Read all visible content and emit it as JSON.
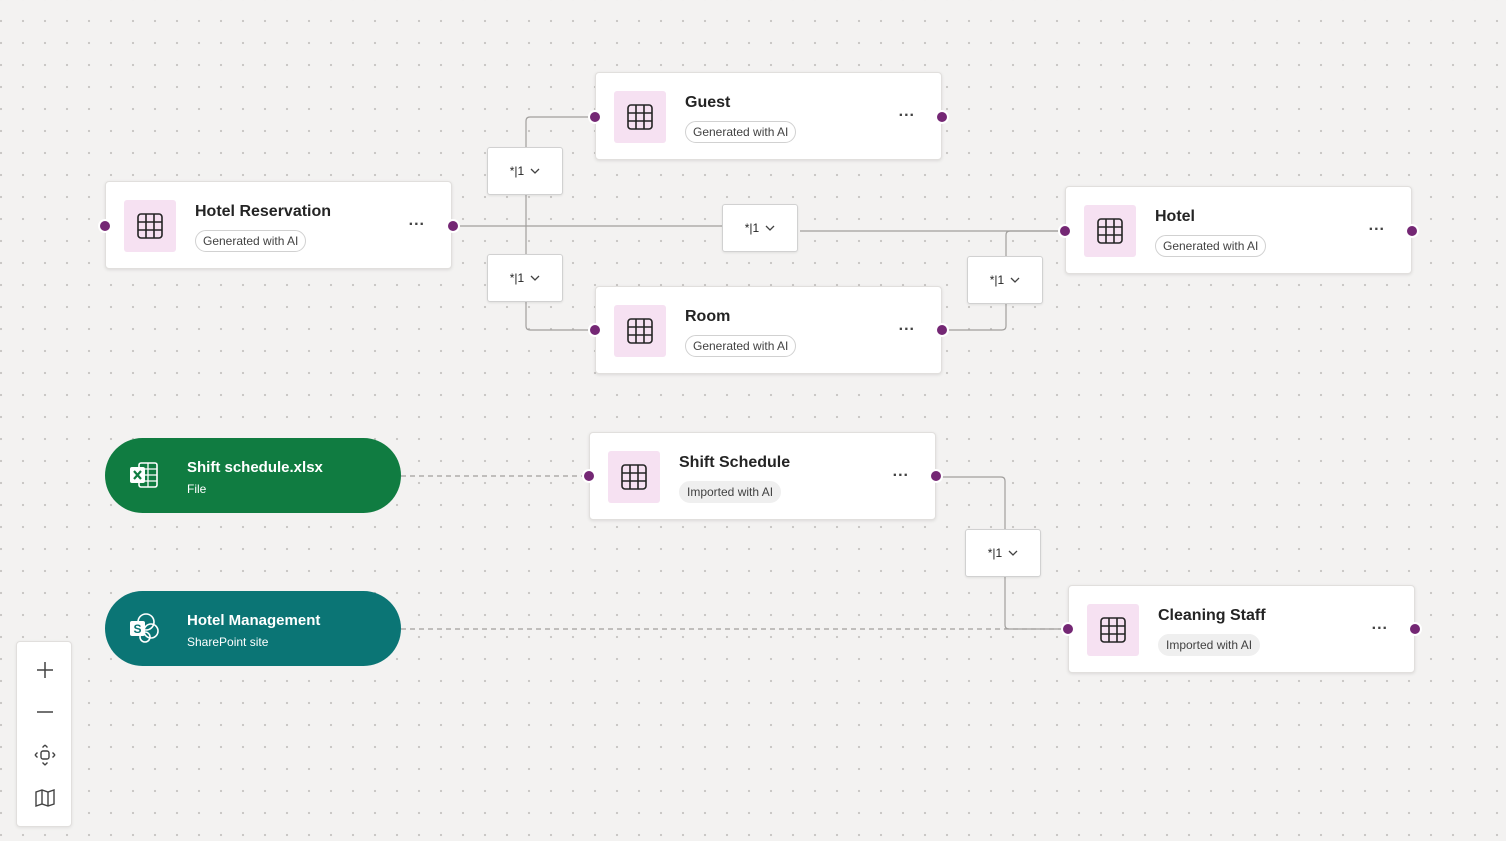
{
  "tables": [
    {
      "id": "guest",
      "name": "Guest",
      "badge": "Generated with AI",
      "badge_kind": "generated",
      "icon": "table-grid-icon"
    },
    {
      "id": "hotel_reservation",
      "name": "Hotel Reservation",
      "badge": "Generated with AI",
      "badge_kind": "generated",
      "icon": "table-grid-icon"
    },
    {
      "id": "hotel",
      "name": "Hotel",
      "badge": "Generated with AI",
      "badge_kind": "generated",
      "icon": "table-grid-icon"
    },
    {
      "id": "room",
      "name": "Room",
      "badge": "Generated with AI",
      "badge_kind": "generated",
      "icon": "table-grid-icon"
    },
    {
      "id": "shift_schedule",
      "name": "Shift Schedule",
      "badge": "Imported with AI",
      "badge_kind": "imported",
      "icon": "table-grid-icon"
    },
    {
      "id": "cleaning_staff",
      "name": "Cleaning Staff",
      "badge": "Imported with AI",
      "badge_kind": "imported",
      "icon": "table-grid-icon"
    }
  ],
  "more_label": "...",
  "relationships": [
    {
      "id": "rel_guest",
      "from": "hotel_reservation",
      "to": "guest",
      "label": "*|1"
    },
    {
      "id": "rel_hotel",
      "from": "hotel_reservation",
      "to": "hotel",
      "label": "*|1"
    },
    {
      "id": "rel_room",
      "from": "hotel_reservation",
      "to": "room",
      "label": "*|1"
    },
    {
      "id": "rel_room_hotel",
      "from": "room",
      "to": "hotel",
      "label": "*|1"
    },
    {
      "id": "rel_shift_staff",
      "from": "shift_schedule",
      "to": "cleaning_staff",
      "label": "*|1"
    }
  ],
  "sources": [
    {
      "id": "excel",
      "name": "Shift schedule.xlsx",
      "subtitle": "File",
      "icon": "excel-icon",
      "color": "#107c41",
      "links_to": "shift_schedule"
    },
    {
      "id": "sharepoint",
      "name": "Hotel Management",
      "subtitle": "SharePoint site",
      "icon": "sharepoint-icon",
      "color": "#0b7575",
      "links_to": "cleaning_staff"
    }
  ],
  "colors": {
    "accent": "#742774",
    "tile": "#f6e1f2",
    "edge": "#a19f9d"
  },
  "zoom_controls": [
    "zoom-in-icon",
    "zoom-out-icon",
    "fit-view-icon",
    "minimap-icon"
  ]
}
